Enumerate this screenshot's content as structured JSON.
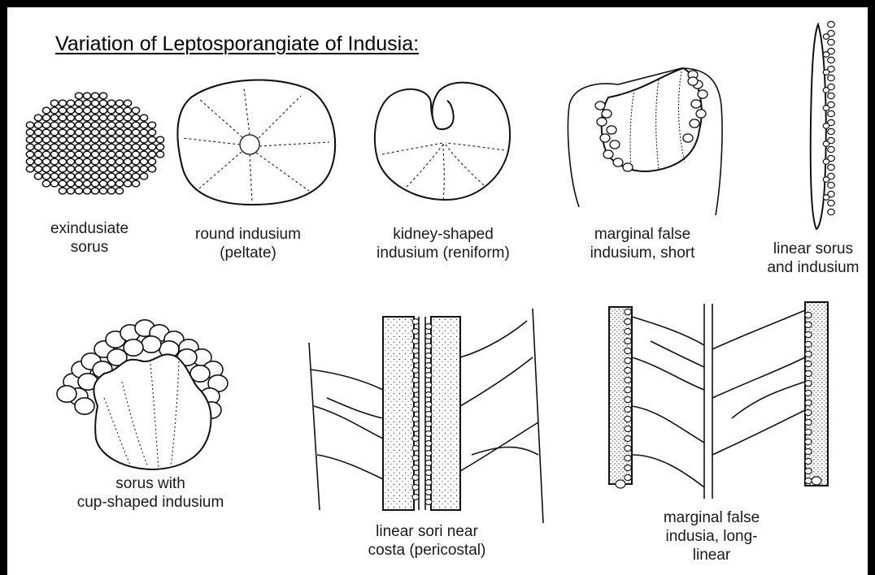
{
  "title": "Variation of Leptosporangiate of Indusia:",
  "captions": {
    "exindusiate": [
      "exindusiate",
      "sorus"
    ],
    "round": [
      "round indusium",
      "(peltate)"
    ],
    "kidney": [
      "kidney-shaped",
      "indusium (reniform)"
    ],
    "marginal_short": [
      "marginal false",
      "indusium, short"
    ],
    "linear": [
      "linear sorus",
      "and indusium"
    ],
    "cup": [
      "sorus with",
      "cup-shaped indusium"
    ],
    "pericostal": [
      "linear sori near",
      "costa (pericostal)"
    ],
    "marginal_long": [
      "marginal false",
      "indusia, long-",
      "linear"
    ]
  }
}
